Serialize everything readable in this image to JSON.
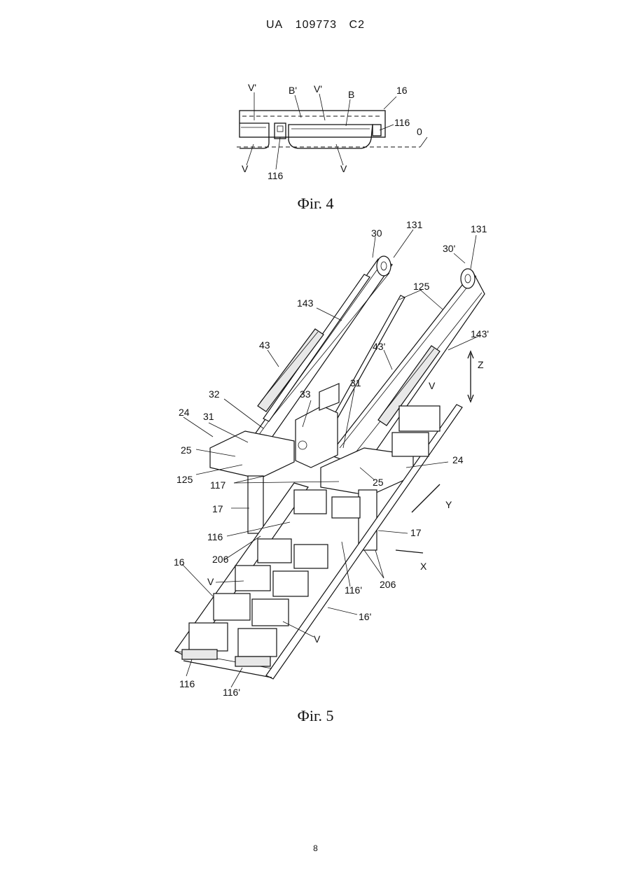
{
  "header": {
    "country": "UA",
    "number": "109773",
    "kind": "C2"
  },
  "figure4": {
    "caption": "Фіг. 4",
    "labels": [
      "V'",
      "B'",
      "V'",
      "B",
      "16",
      "116",
      "0",
      "V",
      "116",
      "V"
    ]
  },
  "figure5": {
    "caption": "Фіг. 5",
    "labels": [
      "30",
      "131",
      "131",
      "30'",
      "125",
      "143",
      "143'",
      "43",
      "43'",
      "Z",
      "32",
      "33",
      "31",
      "V",
      "24",
      "31",
      "25",
      "125",
      "24",
      "25",
      "117",
      "17",
      "Y",
      "116",
      "17",
      "206",
      "X",
      "16",
      "V",
      "116'",
      "206",
      "16'",
      "V",
      "116",
      "116'"
    ]
  },
  "page_number": "8"
}
